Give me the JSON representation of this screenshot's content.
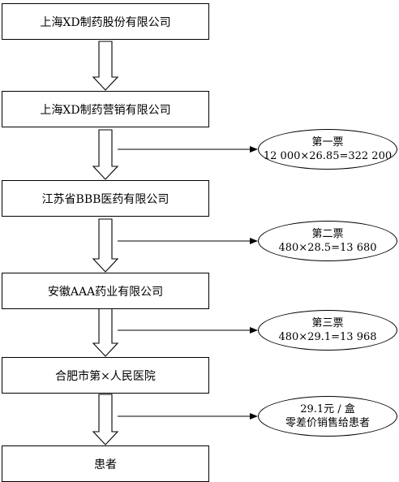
{
  "nodes": [
    {
      "label": "上海XD制药股份有限公司"
    },
    {
      "label": "上海XD制药营销有限公司"
    },
    {
      "label": "江苏省BBB医药有限公司"
    },
    {
      "label": "安徽AAA药业有限公司"
    },
    {
      "label": "合肥市第×人民医院"
    },
    {
      "label": "患者"
    }
  ],
  "invoices": [
    {
      "line1": "第一票",
      "line2": "12 000×26.85=322 200"
    },
    {
      "line1": "第二票",
      "line2": "480×28.5=13 680"
    },
    {
      "line1": "第三票",
      "line2": "480×29.1=13 968"
    },
    {
      "line1": "29.1元 / 盒",
      "line2": "零差价销售给患者"
    }
  ]
}
